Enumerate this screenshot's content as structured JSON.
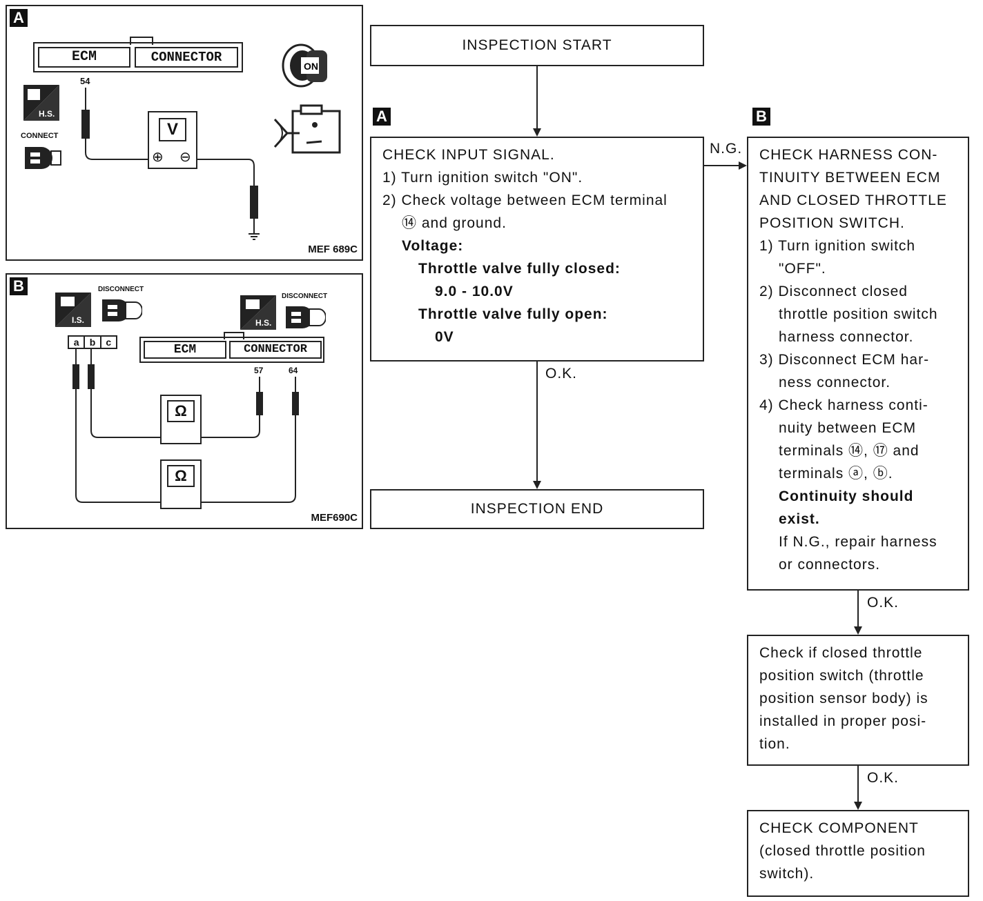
{
  "panel_a": {
    "label": "A",
    "connector_left": "ECM",
    "connector_right": "CONNECTOR",
    "terminal": "54",
    "hs_label": "H.S.",
    "connect_label": "CONNECT",
    "meter_label": "V",
    "plus": "⊕",
    "minus": "⊖",
    "key_label": "ON",
    "figure_id": "MEF 689C"
  },
  "panel_b": {
    "label": "B",
    "disconnect_1": "DISCONNECT",
    "disconnect_2": "DISCONNECT",
    "is_label_1": "I.S.",
    "is_label_2": "H.S.",
    "pins": [
      "a",
      "b",
      "c"
    ],
    "connector_left": "ECM",
    "connector_right": "CONNECTOR",
    "terminal_1": "57",
    "terminal_2": "64",
    "meter_label": "Ω",
    "figure_id": "MEF690C"
  },
  "flow": {
    "start": "INSPECTION START",
    "label_a": "A",
    "label_b": "B",
    "check_a": {
      "title": "CHECK INPUT SIGNAL.",
      "step1": "1) Turn ignition switch \"ON\".",
      "step2a": "2) Check voltage between ECM terminal",
      "step2b": "⑭ and ground.",
      "voltage": "Voltage:",
      "closed": "Throttle valve fully closed:",
      "closed_val": "9.0 - 10.0V",
      "open": "Throttle valve fully open:",
      "open_val": "0V"
    },
    "ng": "N.G.",
    "ok1": "O.K.",
    "end": "INSPECTION END",
    "check_b": {
      "l1": "CHECK HARNESS CON-",
      "l2": "TINUITY BETWEEN ECM",
      "l3": "AND CLOSED THROTTLE",
      "l4": "POSITION SWITCH.",
      "s1a": "1) Turn ignition switch",
      "s1b": "\"OFF\".",
      "s2a": "2) Disconnect closed",
      "s2b": "throttle position switch",
      "s2c": "harness connector.",
      "s3a": "3) Disconnect ECM har-",
      "s3b": "ness connector.",
      "s4a": "4) Check harness conti-",
      "s4b": "nuity between ECM",
      "s4c": "terminals ⑭, ⑰ and",
      "s4d": "terminals ⓐ, ⓑ.",
      "cont1": "Continuity should",
      "cont2": "exist.",
      "if1": "If N.G., repair harness",
      "if2": "or connectors."
    },
    "ok2": "O.K.",
    "check_c": {
      "l1": "Check if closed throttle",
      "l2": "position switch (throttle",
      "l3": "position sensor body) is",
      "l4": "installed in proper posi-",
      "l5": "tion."
    },
    "ok3": "O.K.",
    "check_d": {
      "l1": "CHECK COMPONENT",
      "l2": "(closed throttle position",
      "l3": "switch)."
    }
  }
}
